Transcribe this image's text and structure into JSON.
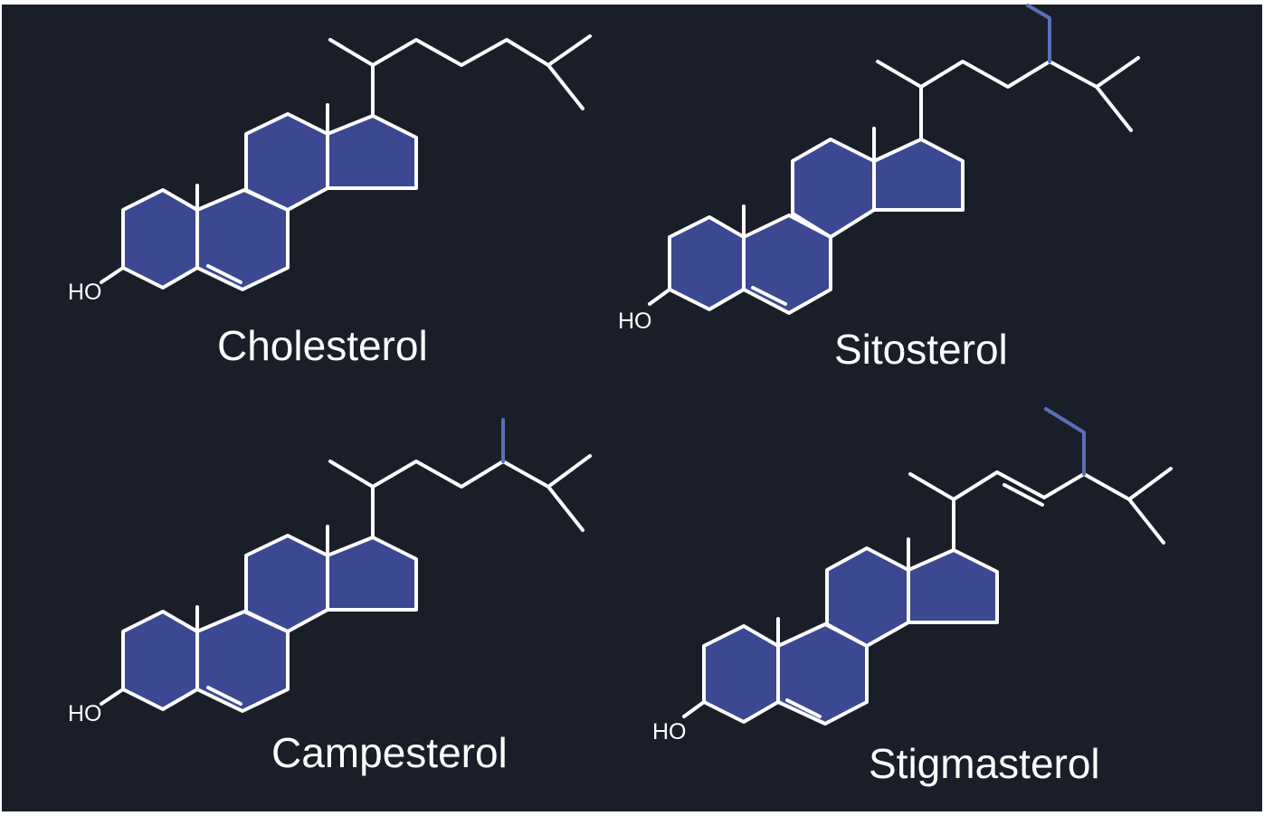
{
  "colors": {
    "background": "#1a1e28",
    "frame": "#ffffff",
    "ring_fill": "#3c4891",
    "bond": "#ffffff",
    "accent_bond": "#5a6fb5"
  },
  "molecules": [
    {
      "name": "Cholesterol",
      "hydroxyl": "HO"
    },
    {
      "name": "Sitosterol",
      "hydroxyl": "HO"
    },
    {
      "name": "Campesterol",
      "hydroxyl": "HO"
    },
    {
      "name": "Stigmasterol",
      "hydroxyl": "HO"
    }
  ]
}
